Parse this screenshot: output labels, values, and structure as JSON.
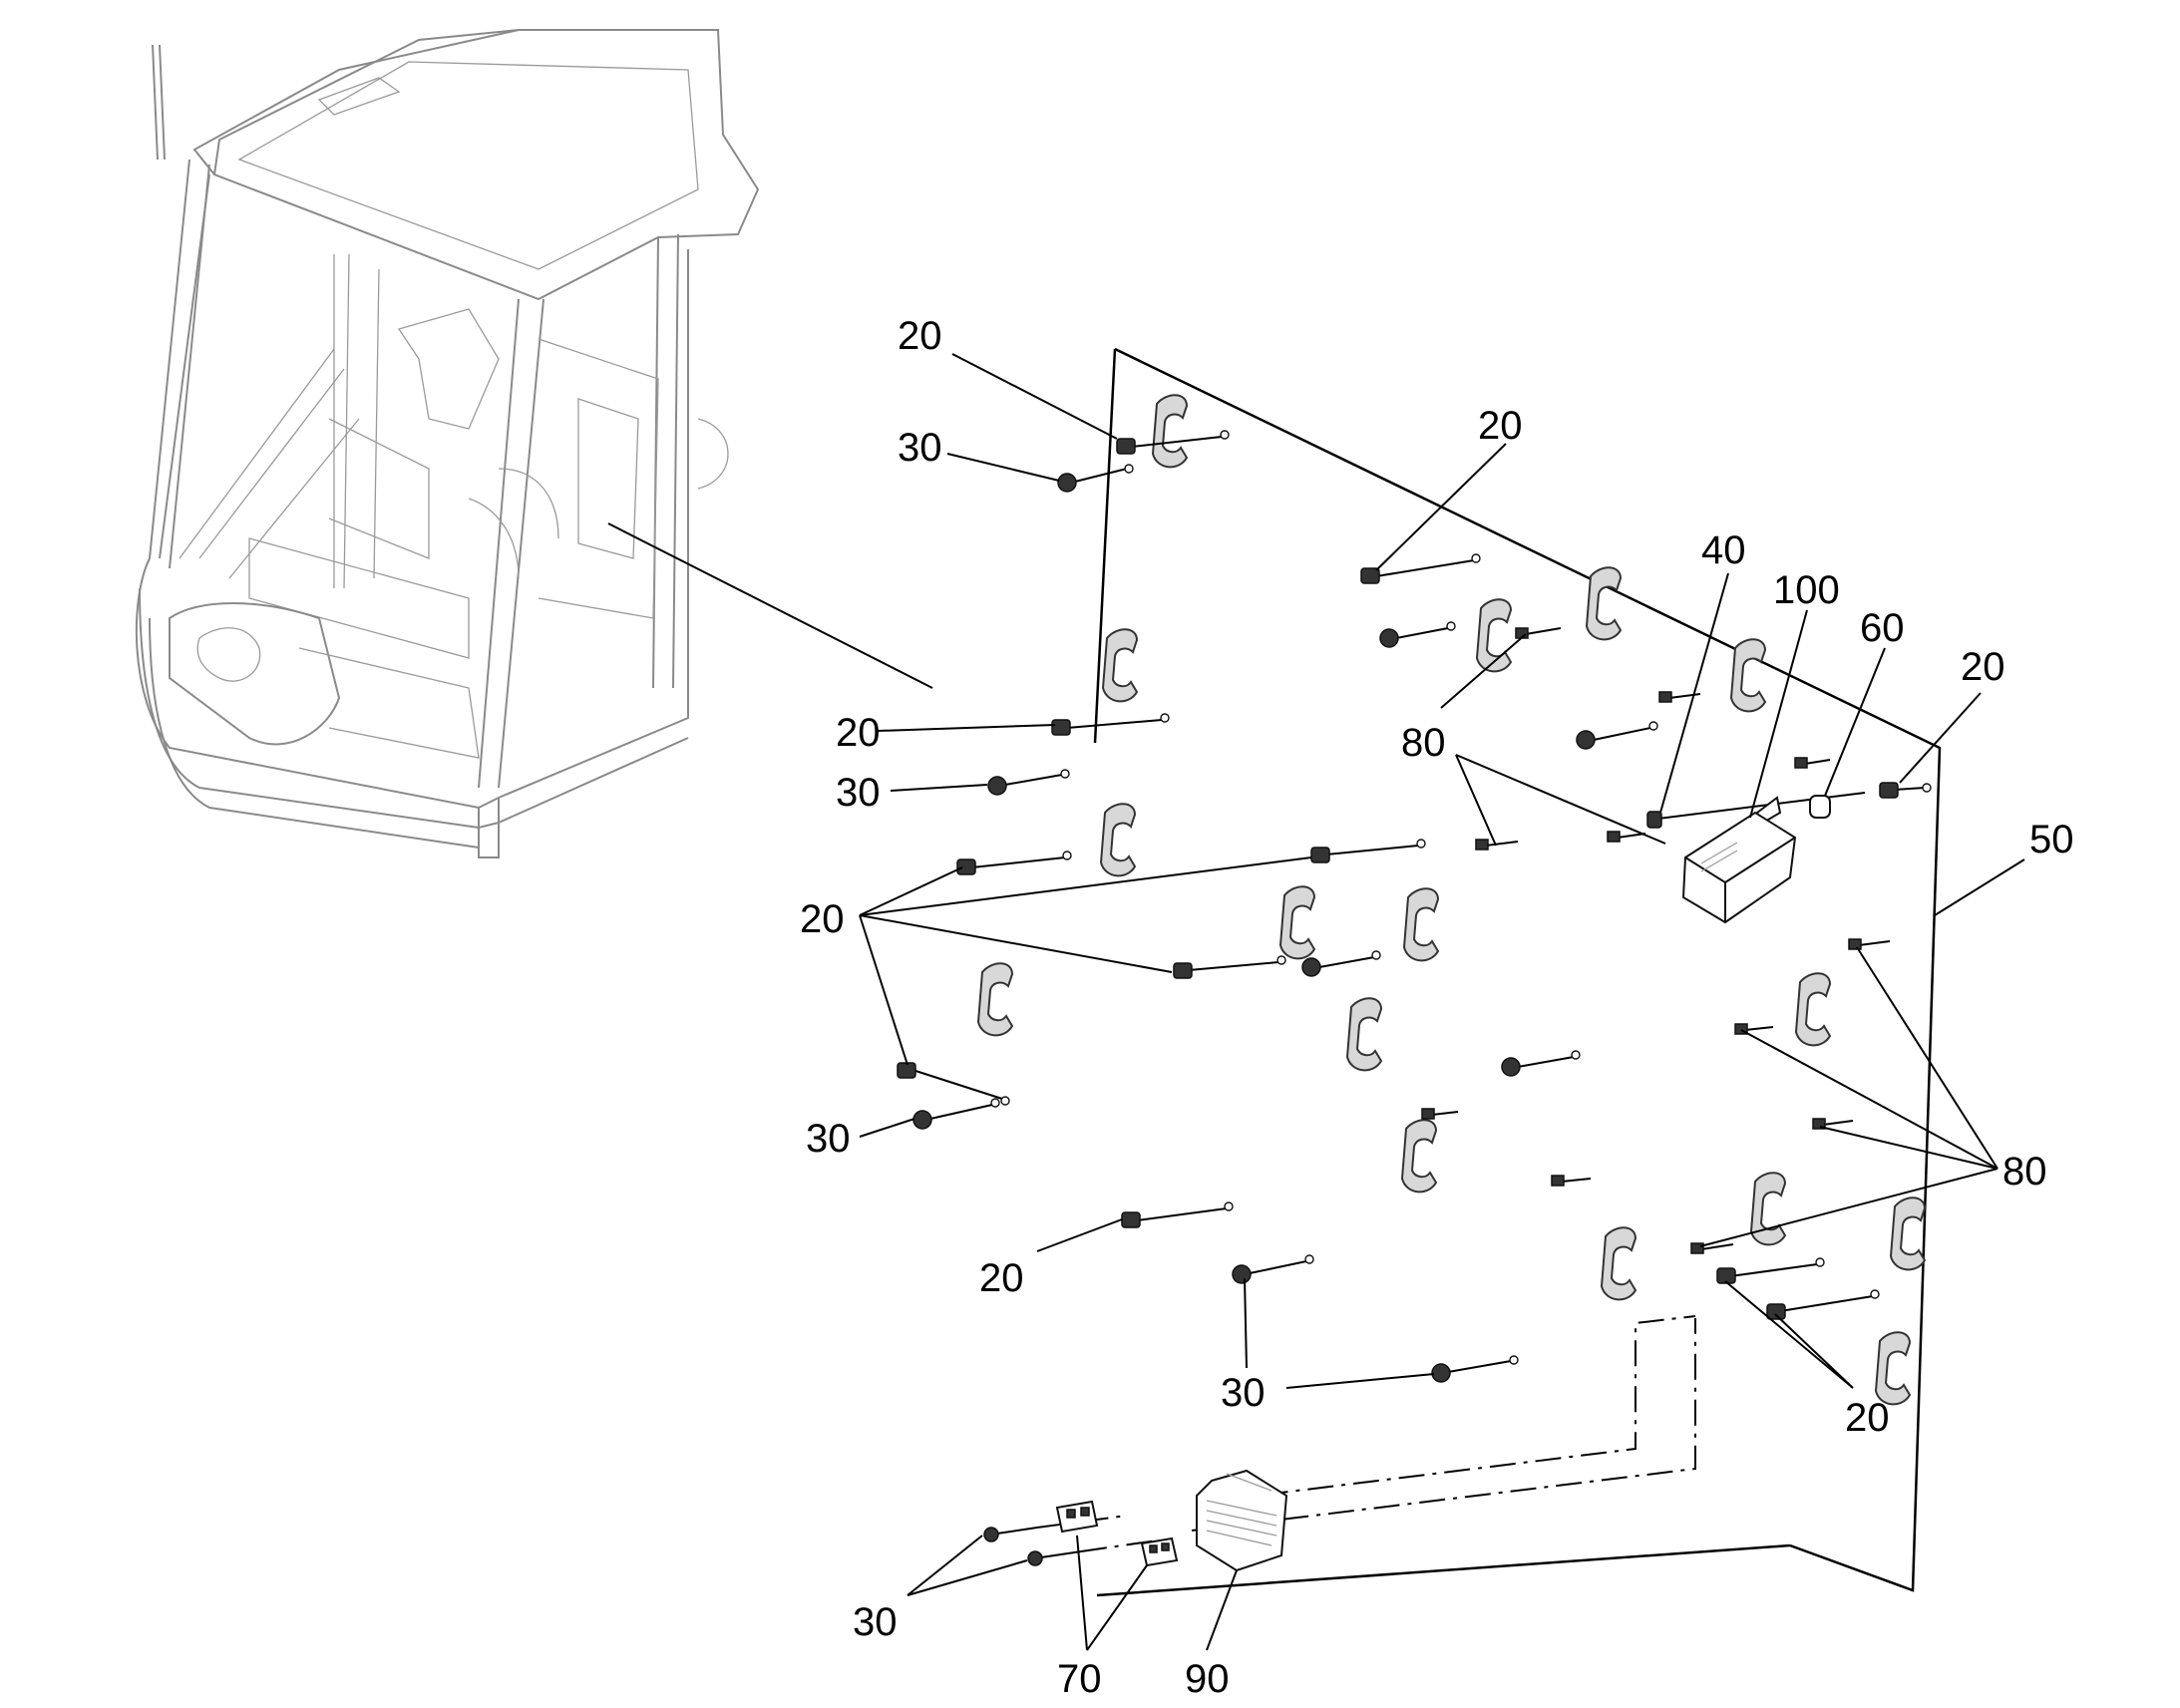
{
  "labels": {
    "c20": "20",
    "c30": "30",
    "c40": "40",
    "c50": "50",
    "c60": "60",
    "c70": "70",
    "c80": "80",
    "c90": "90",
    "c100": "100"
  }
}
